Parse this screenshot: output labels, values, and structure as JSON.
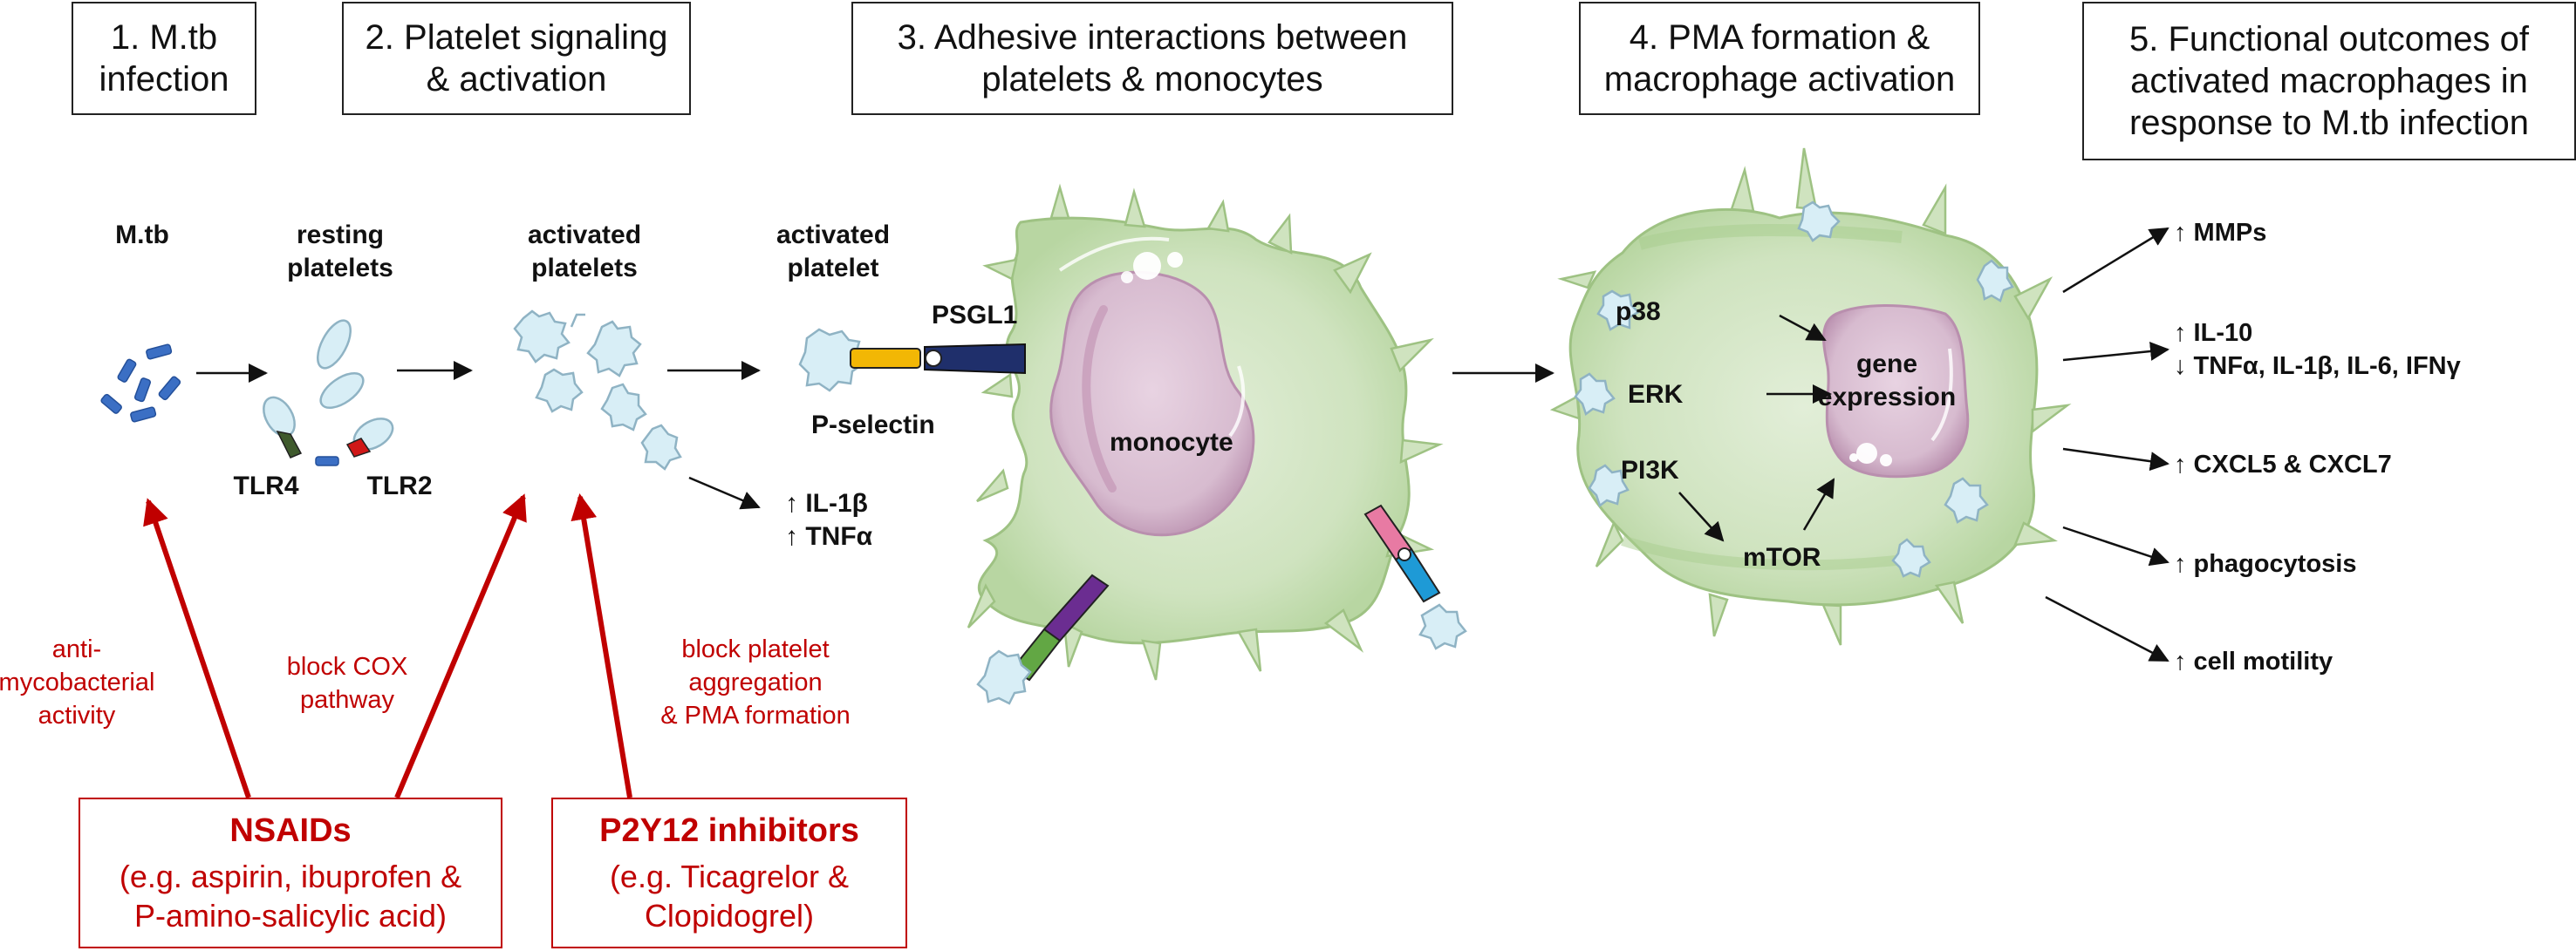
{
  "steps": [
    {
      "line1": "1. M.tb",
      "line2": "infection",
      "line3": ""
    },
    {
      "line1": "2. Platelet signaling",
      "line2": "& activation",
      "line3": ""
    },
    {
      "line1": "3. Adhesive interactions between",
      "line2": "platelets & monocytes",
      "line3": ""
    },
    {
      "line1": "4. PMA formation &",
      "line2": "macrophage activation",
      "line3": ""
    },
    {
      "line1": "5. Functional outcomes of",
      "line2": "activated macrophages in",
      "line3": "response to M.tb infection"
    }
  ],
  "labels": {
    "mtb": "M.tb",
    "resting_1": "resting",
    "resting_2": "platelets",
    "tlr4": "TLR4",
    "tlr2": "TLR2",
    "activated_1": "activated",
    "activated_2": "platelets",
    "activated_single_1": "activated",
    "activated_single_2": "platelet",
    "psgl1": "PSGL1",
    "pselectin": "P-selectin",
    "il1b": "↑ IL-1β",
    "tnfa": "↑ TNFα",
    "monocyte": "monocyte",
    "p38": "p38",
    "erk": "ERK",
    "pi3k": "PI3K",
    "mtor": "mTOR",
    "gene_1": "gene",
    "gene_2": "expression"
  },
  "outcomes": {
    "mmps": "↑ MMPs",
    "il10": "↑ IL-10",
    "down_cytokines": "↓ TNFα, IL-1β, IL-6, IFNγ",
    "cxcl": "↑ CXCL5 & CXCL7",
    "phago": "↑ phagocytosis",
    "motility": "↑ cell motility"
  },
  "drug_notes": {
    "anti_1": "anti-",
    "anti_2": "mycobacterial",
    "anti_3": "activity",
    "cox_1": "block COX",
    "cox_2": "pathway",
    "agg_1": "block platelet",
    "agg_2": "aggregation",
    "agg_3": "& PMA formation"
  },
  "drugs": {
    "nsaids_name": "NSAIDs",
    "nsaids_1": "(e.g. aspirin, ibuprofen &",
    "nsaids_2": "P-amino-salicylic acid)",
    "p2y12_name": "P2Y12 inhibitors",
    "p2y12_1": "(e.g. Ticagrelor &",
    "p2y12_2": "Clopidogrel)"
  },
  "colors": {
    "cell_fill": "#cfe3bf",
    "cell_edge": "#a9cd8f",
    "nucleus": "#d9bfd2",
    "nucleus_edge": "#b98fae",
    "platelet": "#d8eef6",
    "platelet_edge": "#8fb3c4",
    "bacteria": "#3b6fc4",
    "inhibitor_red": "#c00000"
  }
}
